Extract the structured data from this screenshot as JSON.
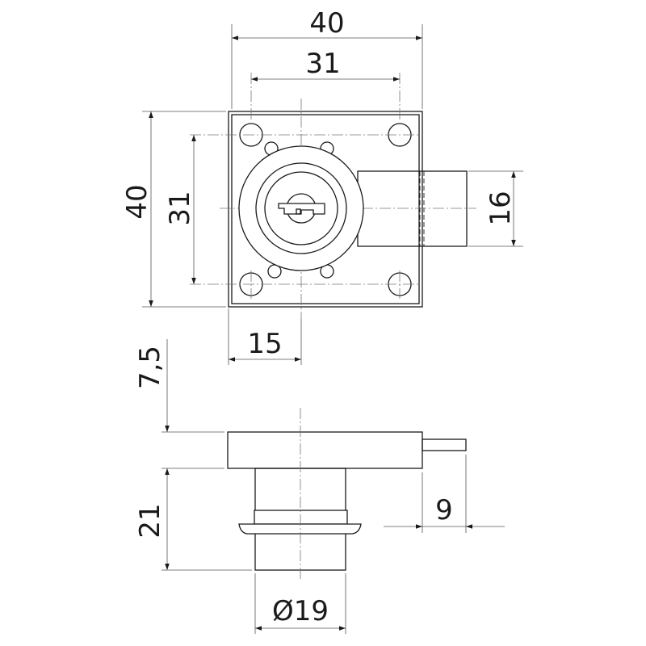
{
  "dimensions": {
    "top_width": "40",
    "top_hole_spacing": "31",
    "left_height": "40",
    "left_hole_spacing": "31",
    "bolt_width": "16",
    "center_offset": "15",
    "bolt_throw": "7,5",
    "body_depth": "21",
    "bolt_projection": "9",
    "cylinder_diameter": "Ø19"
  }
}
